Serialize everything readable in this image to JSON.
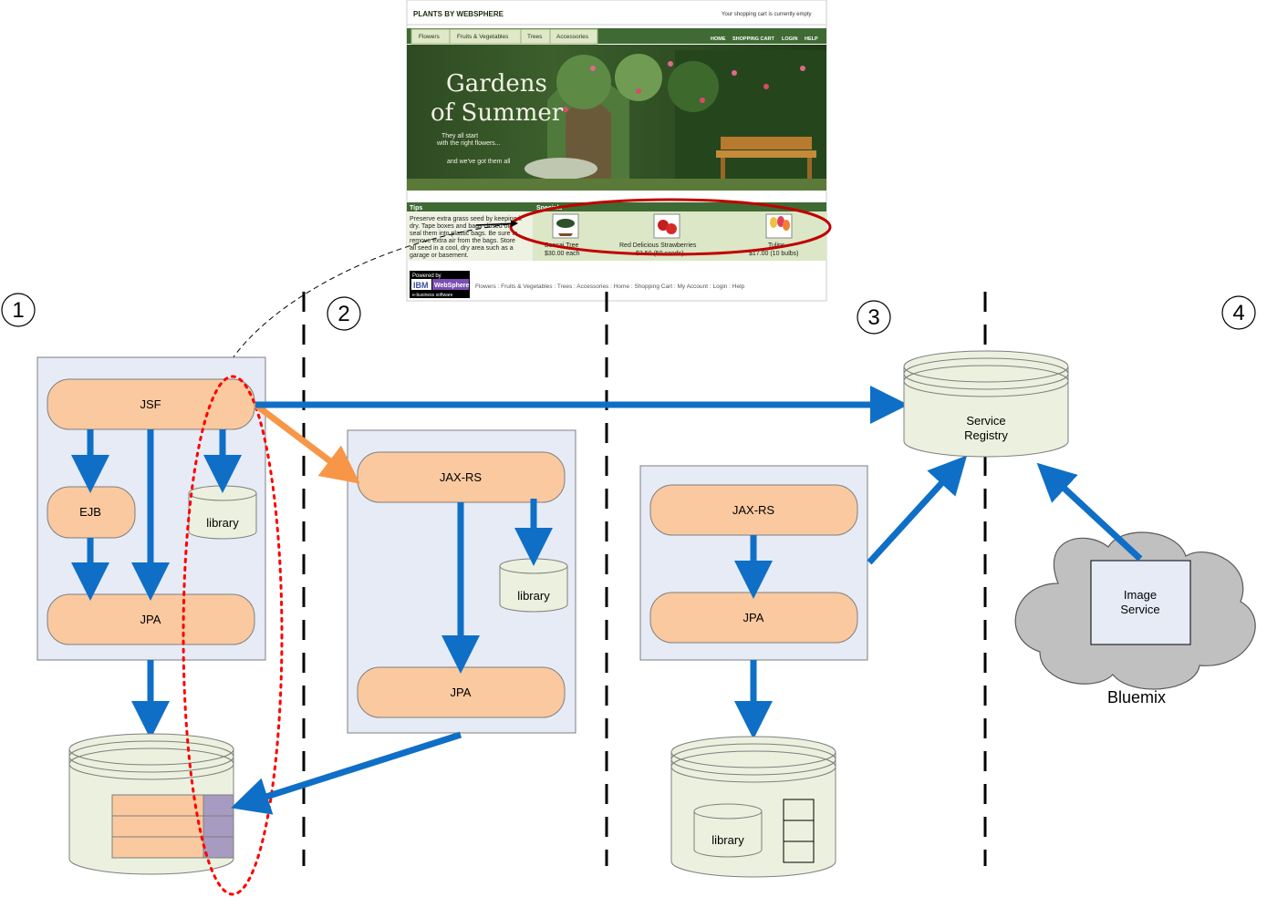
{
  "screenshot": {
    "brand_prefix": "PLANTS BY ",
    "brand_name": "WEBSPHERE",
    "cart_status": "Your shopping cart is currently empty",
    "tabs": [
      "Flowers",
      "Fruits & Vegetables",
      "Trees",
      "Accessories"
    ],
    "nav": [
      "HOME",
      "SHOPPING CART",
      "LOGIN",
      "HELP"
    ],
    "hero_line1": "Gardens",
    "hero_line2": "of Summer",
    "hero_sub1": "They all start",
    "hero_sub2": "with the right flowers...",
    "hero_sub3": "and we've got them all",
    "tips_header": "Tips",
    "tips_lines": [
      "Preserve extra grass seed by keeping it",
      "dry. Tape boxes and bags closed or",
      "seal them into plastic bags. Be sure to",
      "remove extra air from the bags. Store",
      "all seed in a cool, dry area such as a",
      "garage or basement."
    ],
    "specials_header": "Specials",
    "products": [
      {
        "name": "Bonsai Tree",
        "price": "$30.00 each"
      },
      {
        "name": "Red Delicious Strawberries",
        "price": "$3.50 (50 seeds)"
      },
      {
        "name": "Tulips",
        "price": "$17.00 (10 bulbs)"
      }
    ],
    "powered_by": "Powered by",
    "ibm": "IBM",
    "websphere": "WebSphere",
    "ebusiness": "e-business software",
    "footer_links": "Flowers : Fruits & Vegetables : Trees : Accessories : Home : Shopping Cart : My Account : Login : Help"
  },
  "steps": [
    "1",
    "2",
    "3",
    "4"
  ],
  "stage1": {
    "jsf": "JSF",
    "ejb": "EJB",
    "library": "library",
    "jpa": "JPA"
  },
  "stage2": {
    "jaxrs": "JAX-RS",
    "library": "library",
    "jpa": "JPA"
  },
  "stage3": {
    "jaxrs": "JAX-RS",
    "jpa": "JPA",
    "library": "library"
  },
  "registry": {
    "line1": "Service",
    "line2": "Registry"
  },
  "image_service": {
    "line1": "Image",
    "line2": "Service"
  },
  "cloud_label": "Bluemix",
  "colors": {
    "arrow": "#0f6fc6",
    "orange_arrow": "#f79646",
    "box_fill": "#fac9a0",
    "container_fill": "#e6ebf6",
    "db_fill": "#ebf1de",
    "ellipse_red": "#c00000",
    "dotted_red": "#ff0000",
    "cloud_fill": "#c0c0c0",
    "purple": "#a89bc1"
  }
}
